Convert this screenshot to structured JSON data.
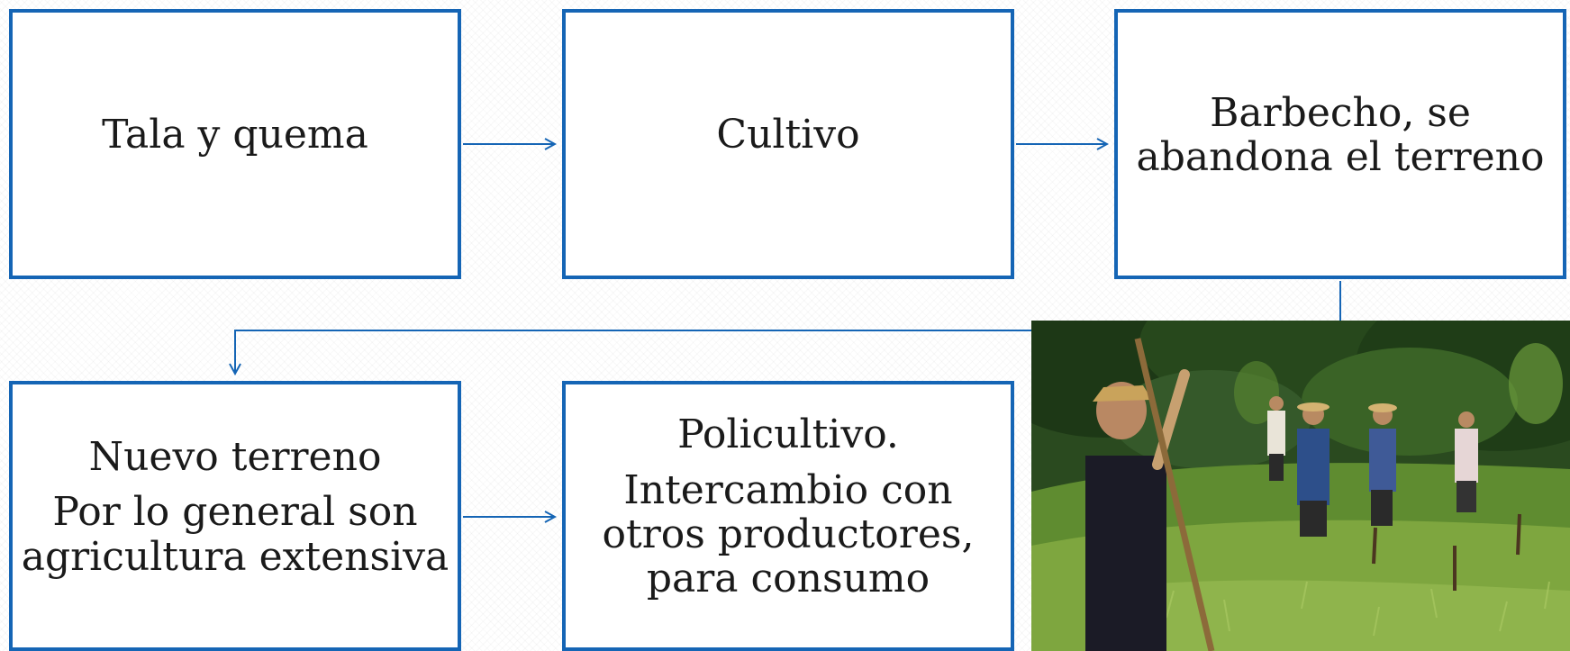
{
  "boxes": {
    "tala": {
      "text": "Tala y quema"
    },
    "cultivo": {
      "text": "Cultivo"
    },
    "barbecho": {
      "line1": "Barbecho, se",
      "line2": "abandona el terreno"
    },
    "nuevo": {
      "line1": "Nuevo terreno",
      "line2": "Por lo general son",
      "line3": "agricultura extensiva"
    },
    "policultivo": {
      "line1": "Policultivo.",
      "line2": "Intercambio con",
      "line3": "otros productores,",
      "line4": "para consumo"
    }
  },
  "photo": {
    "subject": "farmers-working-field-with-sticks"
  },
  "colors": {
    "accent": "#1565b5",
    "box_background": "#ffffff",
    "text": "#1a1a1a"
  }
}
